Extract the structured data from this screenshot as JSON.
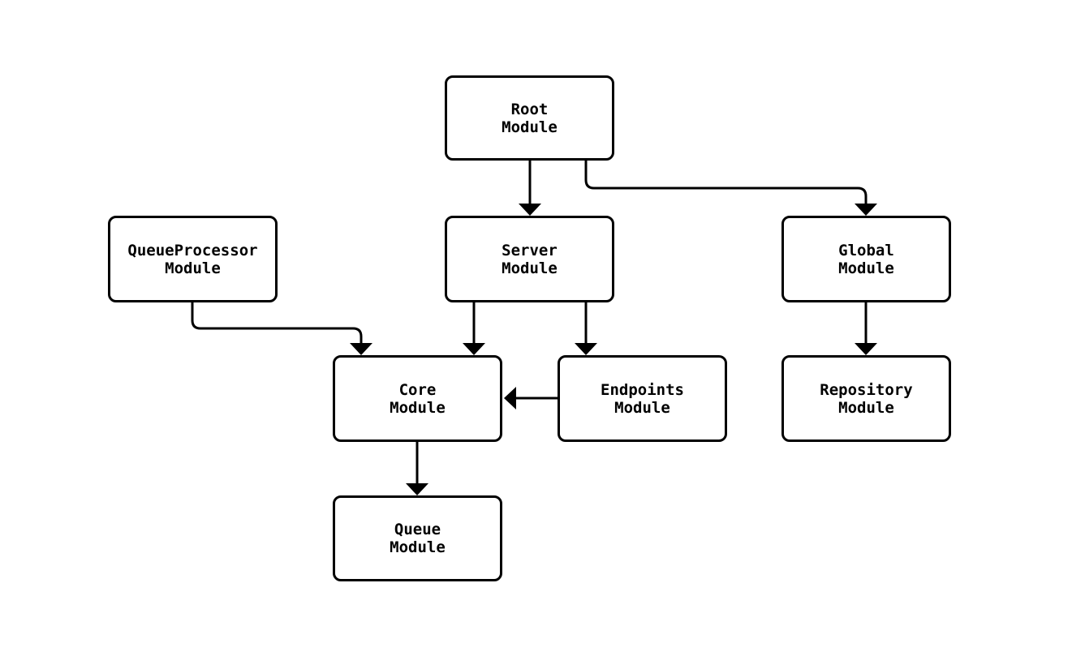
{
  "diagram": {
    "kind": "module-dependency-diagram",
    "background_color": "#ffffff",
    "node_border_color": "#000000",
    "node_fill_color": "#ffffff",
    "edge_color": "#000000",
    "nodes": {
      "root": {
        "label": "Root\nModule"
      },
      "queueProcessor": {
        "label": "QueueProcessor\nModule"
      },
      "server": {
        "label": "Server\nModule"
      },
      "global": {
        "label": "Global\nModule"
      },
      "core": {
        "label": "Core\nModule"
      },
      "endpoints": {
        "label": "Endpoints\nModule"
      },
      "repository": {
        "label": "Repository\nModule"
      },
      "queue": {
        "label": "Queue\nModule"
      }
    },
    "edges": [
      {
        "from": "Root Module",
        "to": "Server Module"
      },
      {
        "from": "Root Module",
        "to": "Global Module"
      },
      {
        "from": "QueueProcessor Module",
        "to": "Core Module"
      },
      {
        "from": "Server Module",
        "to": "Core Module"
      },
      {
        "from": "Server Module",
        "to": "Endpoints Module"
      },
      {
        "from": "Endpoints Module",
        "to": "Core Module"
      },
      {
        "from": "Global Module",
        "to": "Repository Module"
      },
      {
        "from": "Core Module",
        "to": "Queue Module"
      }
    ]
  }
}
